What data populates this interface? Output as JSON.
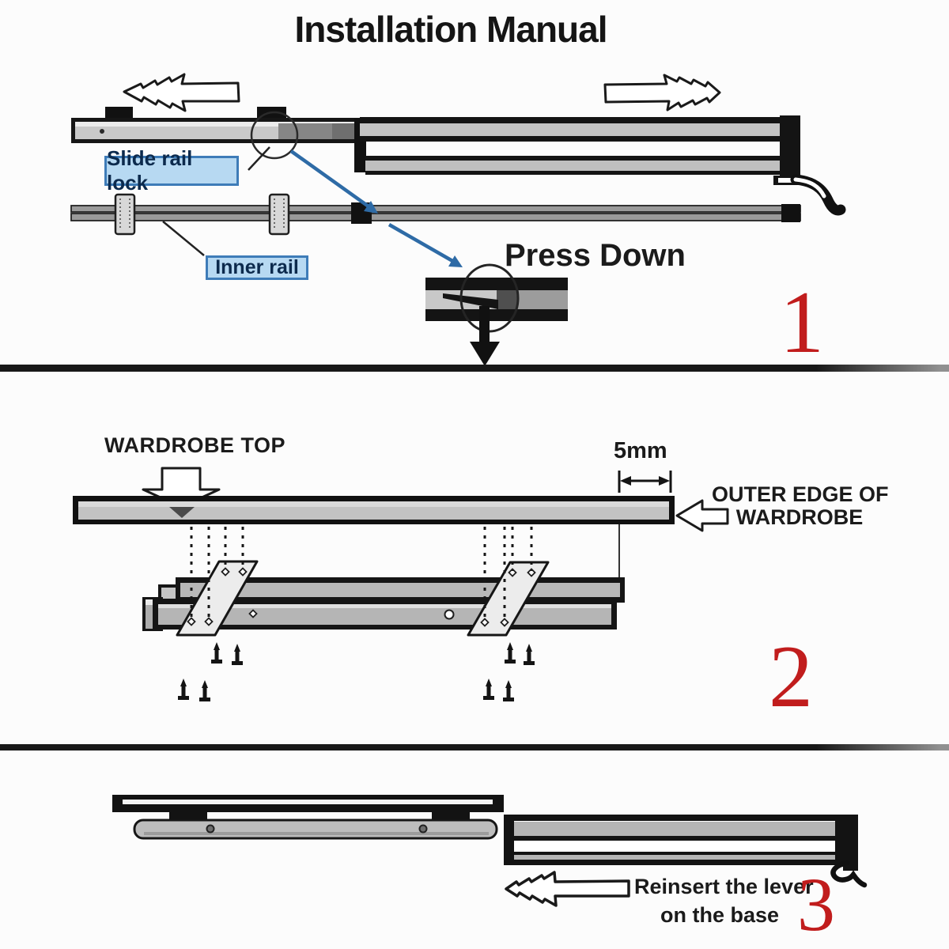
{
  "title": "Installation Manual",
  "colors": {
    "label_blue_bg": "#b7d9f2",
    "label_blue_border": "#3e7cb8",
    "callout_arrow_blue": "#2e6ba6",
    "step_number_red": "#c11d1d",
    "line_art_black": "#141414",
    "rail_gray": "#c0c0c0"
  },
  "steps": {
    "one": {
      "number": "1",
      "slide_rail_lock_label": "Slide rail lock",
      "inner_rail_label": "Inner rail",
      "press_down_label": "Press Down"
    },
    "two": {
      "number": "2",
      "wardrobe_top_label": "WARDROBE TOP",
      "gap_label": "5mm",
      "outer_edge_line1": "OUTER EDGE OF",
      "outer_edge_line2": "WARDROBE"
    },
    "three": {
      "number": "3",
      "reinsert_line1": "Reinsert the lever",
      "reinsert_line2": "on the base"
    }
  }
}
